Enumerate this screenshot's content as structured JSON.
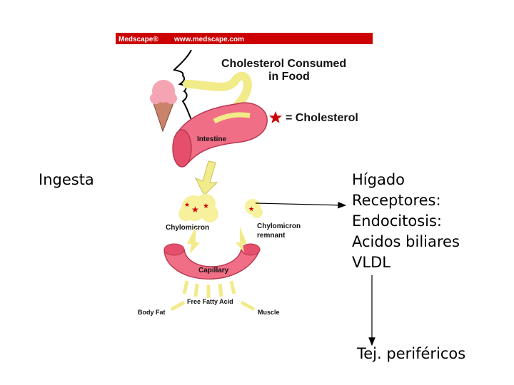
{
  "figure": {
    "header_brand": "Medscape®",
    "header_url": "www.medscape.com",
    "title_line1": "Cholesterol Consumed",
    "title_line2": "in Food",
    "legend_text": "= Cholesterol",
    "intestine": "Intestine",
    "chylomicron": "Chylomicron",
    "remnant_line1": "Chylomicron",
    "remnant_line2": "remnant",
    "capillary": "Capillary",
    "free_fatty_acid": "Free Fatty Acid",
    "body_fat": "Body Fat",
    "muscle": "Muscle"
  },
  "left_label": "Ingesta",
  "liver": {
    "lines": [
      "Hígado",
      "Receptores:",
      "Endocitosis:",
      "Acidos biliares",
      "VLDL"
    ]
  },
  "bottom_label": "Tej. periféricos",
  "colors": {
    "header_bg": "#cc0000",
    "intestine_pink": "#f06f86",
    "yellow_flow": "#f2eb8a",
    "star_red": "#cc0000"
  }
}
